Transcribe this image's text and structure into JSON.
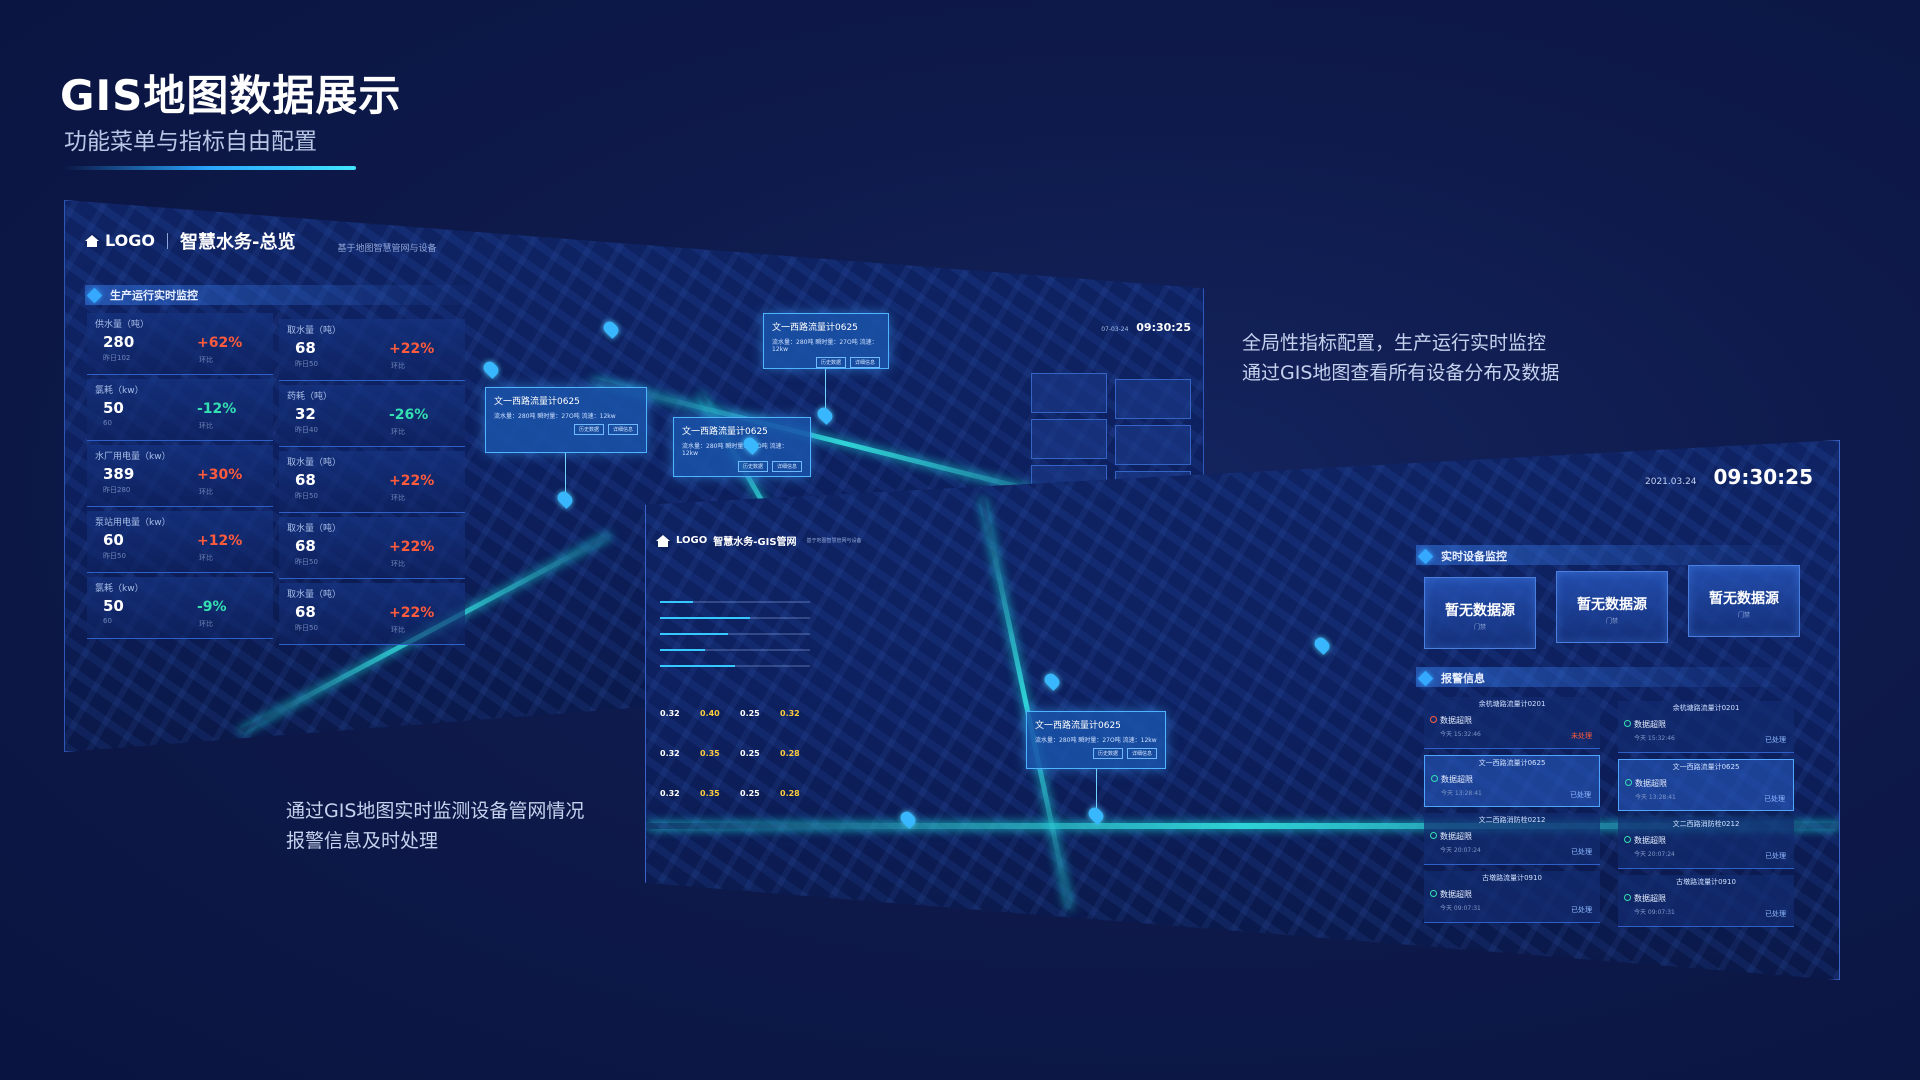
{
  "hero": {
    "title": "GIS地图数据展示",
    "subtitle": "功能菜单与指标自由配置"
  },
  "descriptions": {
    "right_line1": "全局性指标配置，生产运行实时监控",
    "right_line2": "通过GIS地图查看所有设备分布及数据",
    "left_line1": "通过GIS地图实时监测设备管网情况",
    "left_line2": "报警信息及时处理"
  },
  "panel_a": {
    "logo": "LOGO",
    "title": "智慧水务-总览",
    "subtitle": "基于地图智慧管网与设备",
    "section": "生产运行实时监控",
    "time": "09:30:25",
    "date": "07-03-24",
    "metrics_left": [
      {
        "label": "供水量（吨）",
        "value": "280",
        "sub": "昨日102",
        "change": "+62%",
        "dir": "up"
      },
      {
        "label": "氯耗（kw）",
        "value": "50",
        "sub": "60",
        "change": "-12%",
        "dir": "down"
      },
      {
        "label": "水厂用电量（kw）",
        "value": "389",
        "sub": "昨日280",
        "change": "+30%",
        "dir": "up"
      },
      {
        "label": "泵站用电量（kw）",
        "value": "60",
        "sub": "昨日50",
        "change": "+12%",
        "dir": "up"
      },
      {
        "label": "氯耗（kw）",
        "value": "50",
        "sub": "60",
        "change": "-9%",
        "dir": "down"
      }
    ],
    "metrics_right": [
      {
        "label": "取水量（吨）",
        "value": "68",
        "sub": "昨日50",
        "change": "+22%",
        "dir": "up"
      },
      {
        "label": "药耗（吨）",
        "value": "32",
        "sub": "昨日40",
        "change": "-26%",
        "dir": "down"
      },
      {
        "label": "取水量（吨）",
        "value": "68",
        "sub": "昨日50",
        "change": "+22%",
        "dir": "up"
      },
      {
        "label": "取水量（吨）",
        "value": "68",
        "sub": "昨日50",
        "change": "+22%",
        "dir": "up"
      },
      {
        "label": "取水量（吨）",
        "value": "68",
        "sub": "昨日50",
        "change": "+22%",
        "dir": "up"
      }
    ],
    "unit_label": "环比",
    "popup1": {
      "title": "文一西路流量计0625",
      "row": "流水量：280吨    瞬时量：27O吨    流速：12kw"
    },
    "popup2": {
      "title": "文一西路流量计0625",
      "row": "流水量：280吨    瞬时量：27O吨    流速：12kw"
    },
    "popup3": {
      "title": "文一西路流量计0625",
      "row": "流水量：280吨    瞬时量：27O吨    流速：12kw"
    },
    "popup_btn1": "历史数据",
    "popup_btn2": "详细信息"
  },
  "panel_b": {
    "logo": "LOGO",
    "title": "智慧水务-GIS管网",
    "subtitle": "基于地图智慧管网与设备",
    "time": "09:30:25",
    "date": "2021.03.24",
    "monitor_section": "实时设备监控",
    "no_data": [
      "暂无数据源",
      "暂无数据源",
      "暂无数据源"
    ],
    "no_data_sub": "门禁",
    "alarm_section": "报警信息",
    "popup": {
      "title": "文一西路流量计0625",
      "row": "流水量：280吨    瞬时量：27O吨    流速：12kw"
    },
    "alarms": [
      {
        "title": "余杭塘路流量计0201",
        "status": "数据超限",
        "time": "今天  15:32:46",
        "tag": "未处理",
        "red": true
      },
      {
        "title": "余杭塘路流量计0201",
        "status": "数据超限",
        "time": "今天  15:32:46",
        "tag": "已处理",
        "red": false
      },
      {
        "title": "文一西路流量计0625",
        "status": "数据超限",
        "time": "今天  13:28:41",
        "tag": "已处理",
        "red": false
      },
      {
        "title": "文一西路流量计0625",
        "status": "数据超限",
        "time": "今天  13:28:41",
        "tag": "已处理",
        "red": false
      },
      {
        "title": "文二西路消防栓0212",
        "status": "数据超限",
        "time": "今天  20:07:24",
        "tag": "已处理",
        "red": false
      },
      {
        "title": "文二西路消防栓0212",
        "status": "数据超限",
        "time": "今天  20:07:24",
        "tag": "已处理",
        "red": false
      },
      {
        "title": "古墩路流量计0910",
        "status": "数据超限",
        "time": "今天  09:07:31",
        "tag": "已处理",
        "red": false
      },
      {
        "title": "古墩路流量计0910",
        "status": "数据超限",
        "time": "今天  09:07:31",
        "tag": "已处理",
        "red": false
      }
    ],
    "left_grid": [
      "0.32",
      "0.40",
      "0.25",
      "0.32",
      "0.32",
      "0.35",
      "0.25",
      "0.28",
      "0.32",
      "0.35",
      "0.25",
      "0.28"
    ]
  }
}
